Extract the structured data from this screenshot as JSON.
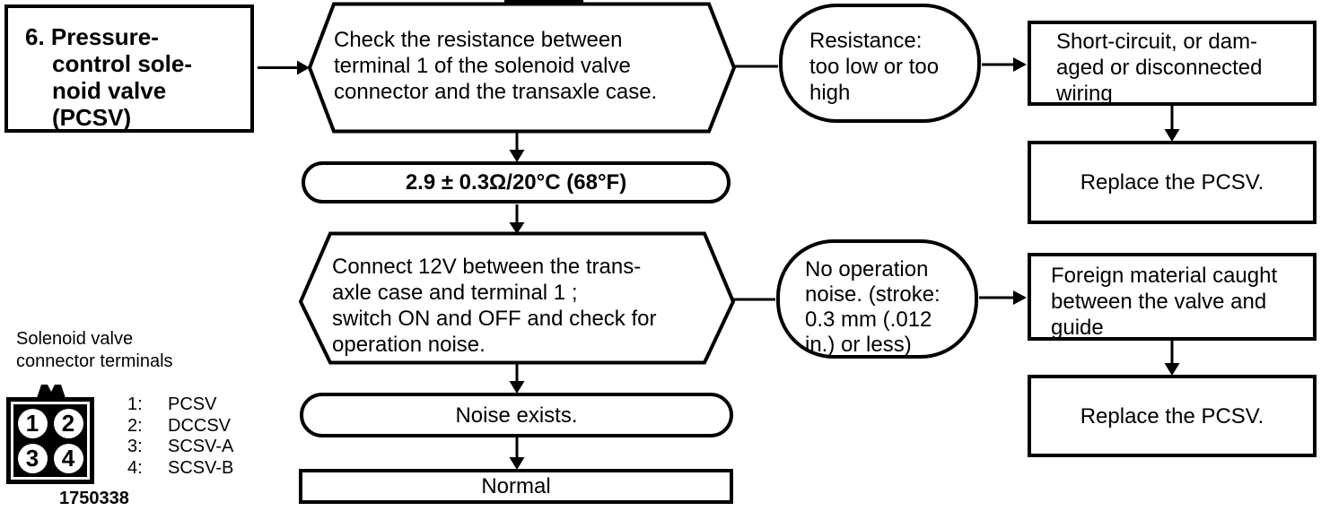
{
  "colors": {
    "ink": "#000000",
    "paper": "#ffffff"
  },
  "nodes": {
    "start": {
      "lines": [
        "6. Pressure-",
        "control sole-",
        "noid valve",
        "(PCSV)"
      ]
    },
    "step1": {
      "lines": [
        "Check the resistance between",
        "terminal 1 of the solenoid valve",
        "connector and the transaxle case."
      ]
    },
    "result1": {
      "lines": [
        "Resistance:",
        "too low or too",
        "high"
      ]
    },
    "cause1": {
      "lines": [
        "Short-circuit, or dam-",
        "aged or disconnected",
        "wiring"
      ]
    },
    "action1": {
      "label": "Replace the PCSV."
    },
    "spec": {
      "label": "2.9 ± 0.3Ω/20°C (68°F)"
    },
    "step2": {
      "lines": [
        "Connect 12V between the trans-",
        "axle case and terminal 1 ;",
        "switch ON and OFF and check for",
        "operation noise."
      ]
    },
    "result2": {
      "lines": [
        "No operation",
        "noise. (stroke:",
        "0.3 mm (.012",
        "in.) or less)"
      ]
    },
    "cause2": {
      "lines": [
        "Foreign material caught",
        "between the valve and",
        "guide"
      ]
    },
    "action2": {
      "label": "Replace the PCSV."
    },
    "noise": {
      "label": "Noise exists."
    },
    "normal": {
      "label": "Normal"
    }
  },
  "legend": {
    "title": [
      "Solenoid valve",
      "connector terminals"
    ],
    "pins": [
      "1",
      "2",
      "3",
      "4"
    ],
    "terminals": [
      {
        "num": "1:",
        "label": "PCSV"
      },
      {
        "num": "2:",
        "label": "DCCSV"
      },
      {
        "num": "3:",
        "label": "SCSV-A"
      },
      {
        "num": "4:",
        "label": "SCSV-B"
      }
    ],
    "figure_number": "1750338"
  }
}
